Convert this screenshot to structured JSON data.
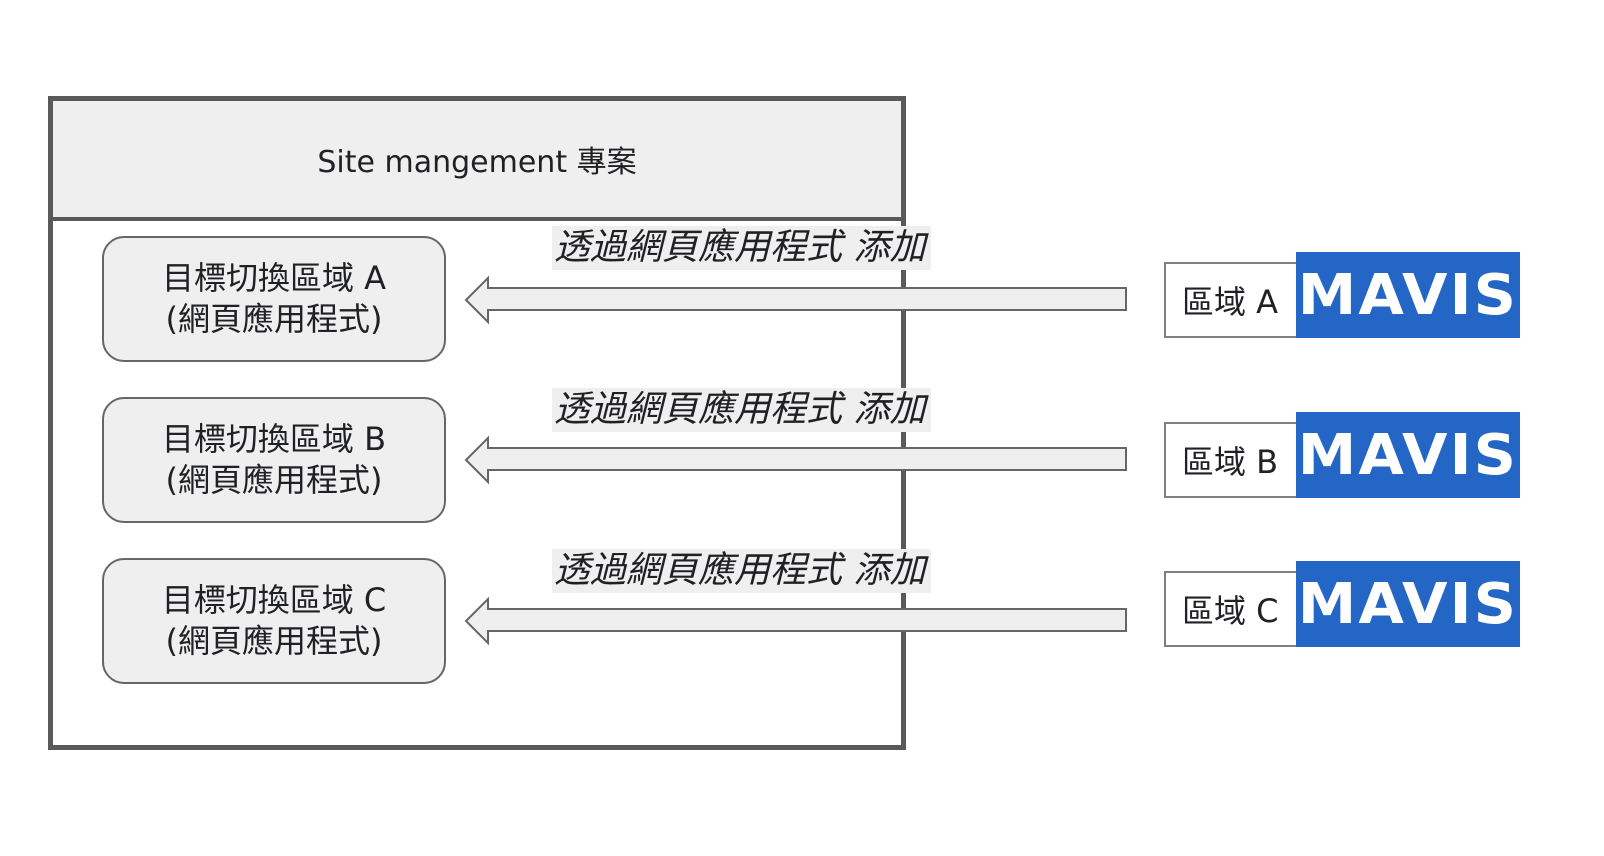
{
  "project": {
    "title": "Site mangement 專案"
  },
  "targets": [
    {
      "line1": "目標切換區域 A",
      "line2": "(網頁應用程式)"
    },
    {
      "line1": "目標切換區域 B",
      "line2": "(網頁應用程式)"
    },
    {
      "line1": "目標切換區域 C",
      "line2": "(網頁應用程式)"
    }
  ],
  "arrows": [
    {
      "label": "透過網頁應用程式 添加"
    },
    {
      "label": "透過網頁應用程式 添加"
    },
    {
      "label": "透過網頁應用程式 添加"
    }
  ],
  "regions": [
    {
      "label": "區域 A",
      "logo_text": "MAVIS"
    },
    {
      "label": "區域 B",
      "logo_text": "MAVIS"
    },
    {
      "label": "區域 C",
      "logo_text": "MAVIS"
    }
  ],
  "colors": {
    "project_border": "#595959",
    "box_fill": "#efefef",
    "logo_blue": "#2366c5"
  }
}
